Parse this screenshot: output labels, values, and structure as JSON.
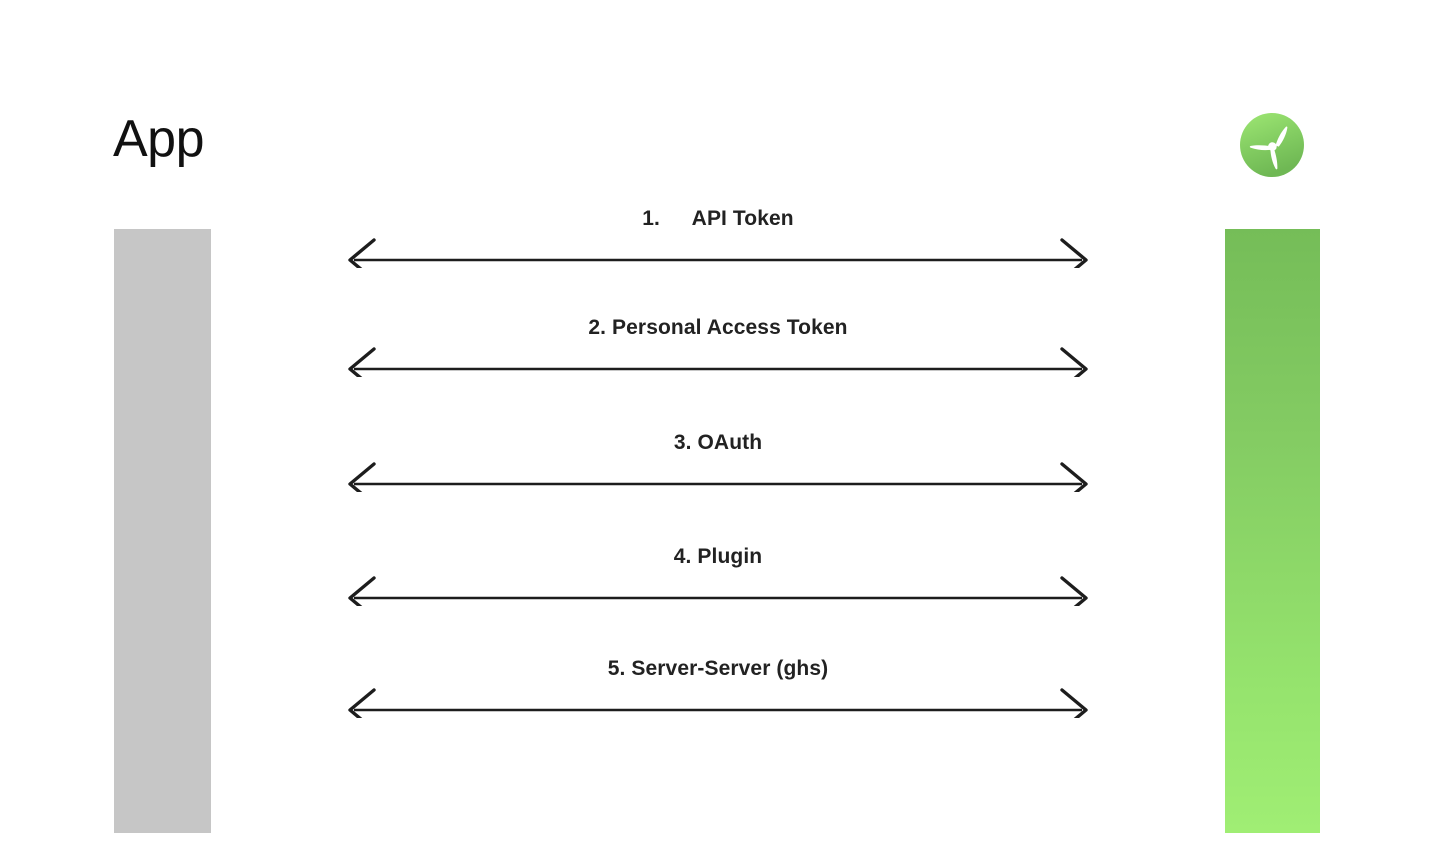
{
  "diagram": {
    "title": "App",
    "type": "sequence-diagram",
    "background_color": "#ffffff",
    "participants": [
      {
        "id": "app",
        "label": "App",
        "lifeline_color": "#c6c6c6",
        "side": "left"
      },
      {
        "id": "service",
        "label": "",
        "lifeline_gradient_top": "#75bd58",
        "lifeline_gradient_bottom": "#a0ee74",
        "side": "right",
        "icon": "propeller-logo-icon"
      }
    ],
    "messages": [
      {
        "number": "1.",
        "label": "1.  API Token",
        "text": "API Token",
        "direction": "bidirectional"
      },
      {
        "number": "2.",
        "label": "2. Personal Access Token",
        "text": "Personal Access Token",
        "direction": "bidirectional"
      },
      {
        "number": "3.",
        "label": "3. OAuth",
        "text": "OAuth",
        "direction": "bidirectional"
      },
      {
        "number": "4.",
        "label": "4. Plugin",
        "text": "Plugin",
        "direction": "bidirectional"
      },
      {
        "number": "5.",
        "label": "5. Server-Server (ghs)",
        "text": "Server-Server (ghs)",
        "direction": "bidirectional"
      }
    ],
    "colors": {
      "arrow": "#1d1d1d",
      "label_text": "#222222",
      "title_text": "#111111",
      "accent_green": "#84cc63",
      "neutral_gray": "#c6c6c6"
    }
  }
}
